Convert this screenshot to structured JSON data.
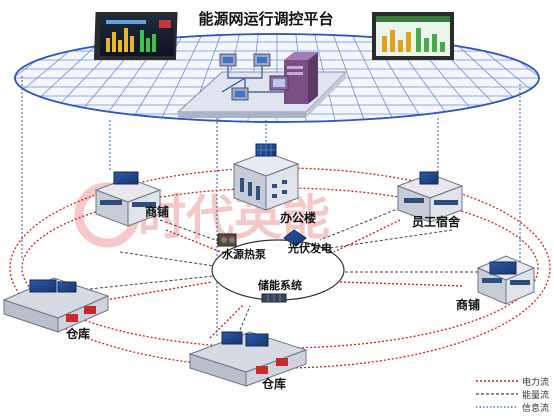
{
  "diagram": {
    "title": "能源网运行调控平台",
    "watermark": "时代英能",
    "nodes": {
      "shop_left": "商铺",
      "office": "办公楼",
      "dorm": "员工宿舍",
      "heat_pump": "水源热泵",
      "pv": "光伏发电",
      "storage": "储能系统",
      "shop_right": "商铺",
      "warehouse_left": "仓库",
      "warehouse_bottom": "仓库"
    },
    "legend": [
      {
        "label": "电力流",
        "color": "#d22020",
        "style": "dotted"
      },
      {
        "label": "能量流",
        "color": "#444444",
        "style": "dashed"
      },
      {
        "label": "信息流",
        "color": "#2a5fb0",
        "style": "dotted"
      }
    ],
    "colors": {
      "grid_blue": "#3a63c8",
      "platform_fill": "#eef3fb",
      "power_red": "#d22020",
      "watermark": "#e23b3b"
    }
  }
}
